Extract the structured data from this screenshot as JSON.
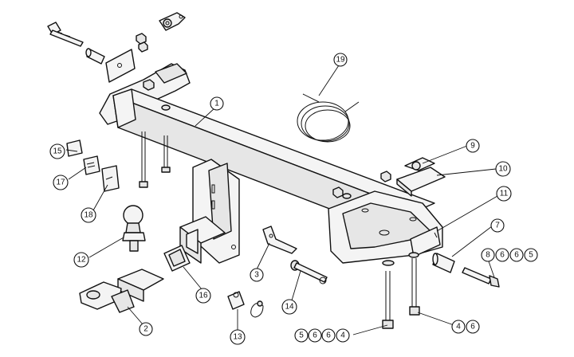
{
  "callouts": {
    "c1": "1",
    "c2": "2",
    "c3": "3",
    "c4": "4",
    "c5": "5",
    "c6": "6",
    "c7": "7",
    "c8": "8",
    "c9": "9",
    "c10": "10",
    "c11": "11",
    "c12": "12",
    "c13": "13",
    "c14": "14",
    "c15": "15",
    "c16": "16",
    "c17": "17",
    "c18": "18",
    "c19": "19"
  },
  "groups": {
    "left_bolt_set": [
      "5",
      "6",
      "6",
      "4"
    ],
    "right_bolt_set": [
      "4",
      "6"
    ],
    "side_bolt_set": [
      "8",
      "6",
      "6",
      "5"
    ]
  }
}
